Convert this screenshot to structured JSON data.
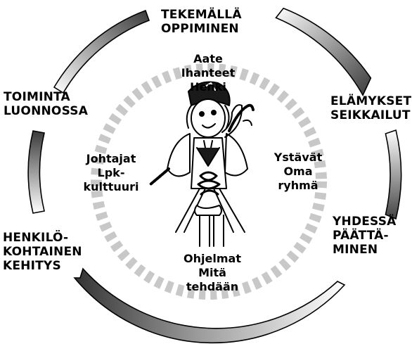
{
  "outer_labels": {
    "top": "TEKEMÄLLÄ\nOPPIMINEN",
    "right_top": "ELÄMYKSET\nSEIKKAILUT",
    "right_bottom": "YHDESSÄ\nPÄÄTTÄ-\nMINEN",
    "left_bottom": "HENKILÖ-\nKOHTAINEN\nKEHITYS",
    "left_top": "TOIMINTA\nLUONNOSSA"
  },
  "inner_labels": {
    "top": "Aate\nIhanteet\nHenki",
    "right": "Ystävät\nOma\nryhmä",
    "bottom": "Ohjelmat\nMitä\ntehdään",
    "left": "Johtajat\nLpk-\nkulttuuri"
  },
  "colors": {
    "arc_dark": "#3a3a3a",
    "arc_light": "#d8d8d8",
    "dashed_ring": "#c8c8c8",
    "text": "#000000",
    "background": "#ffffff"
  },
  "icon": "scout-with-rope-illustration"
}
